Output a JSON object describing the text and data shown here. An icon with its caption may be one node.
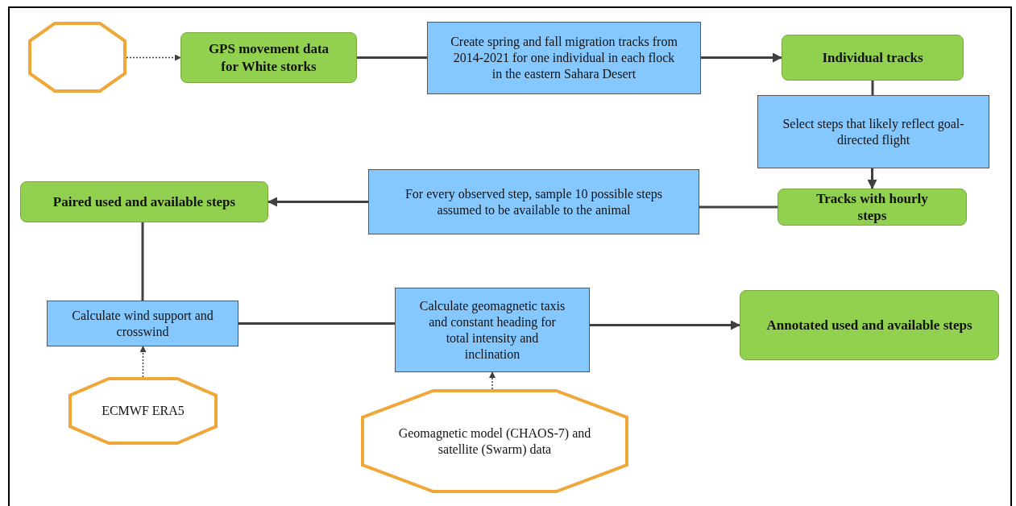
{
  "diagram": {
    "nodes": [
      {
        "text": [],
        "shape": "octagon"
      },
      {
        "text": [
          "GPS movement data for White storks"
        ]
      },
      {
        "text": [
          "Create spring and fall migration tracks from 2014-2021 for one individual in each flock in the eastern Sahara Desert"
        ]
      },
      {
        "text": [
          "Individual tracks"
        ]
      },
      {
        "text": [
          "Select steps that likely reflect goal-directed flight"
        ]
      },
      {
        "text": [
          "Tracks with hourly steps"
        ]
      },
      {
        "text": [
          "For every observed step, sample 10 possible steps assumed to be available to the animal"
        ]
      },
      {
        "text": [
          "Paired used and available steps"
        ]
      },
      {
        "text": [
          "Calculate wind support and crosswind"
        ]
      },
      {
        "text": [
          "Calculate geomagnetic taxis and constant heading for total intensity and inclination"
        ]
      },
      {
        "text": [
          "Annotated used and available steps"
        ]
      },
      {
        "text": [
          "ECMWF ERA5"
        ]
      },
      {
        "text": [
          "Geomagnetic model (CHAOS-7) and satellite (Swarm) data"
        ]
      }
    ],
    "edges": [
      {
        "from": 0,
        "to": 1,
        "arrow": "to",
        "style": "dashed"
      },
      {
        "from": 1,
        "to": 2,
        "arrow": "none"
      },
      {
        "from": 2,
        "to": 3,
        "arrow": "to"
      },
      {
        "from": 3,
        "to": 4,
        "arrow": "none"
      },
      {
        "from": 4,
        "to": 5,
        "arrow": "to"
      },
      {
        "from": 5,
        "to": 6,
        "arrow": "none"
      },
      {
        "from": 6,
        "to": 7,
        "arrow": "to"
      },
      {
        "from": 7,
        "to": 8,
        "arrow": "none"
      },
      {
        "from": 8,
        "to": 9,
        "arrow": "none"
      },
      {
        "from": 9,
        "to": 10,
        "arrow": "to"
      },
      {
        "from": 11,
        "to": 8,
        "arrow": "to",
        "style": "dashed"
      },
      {
        "from": 12,
        "to": 9,
        "arrow": "to",
        "style": "dashed"
      }
    ]
  }
}
